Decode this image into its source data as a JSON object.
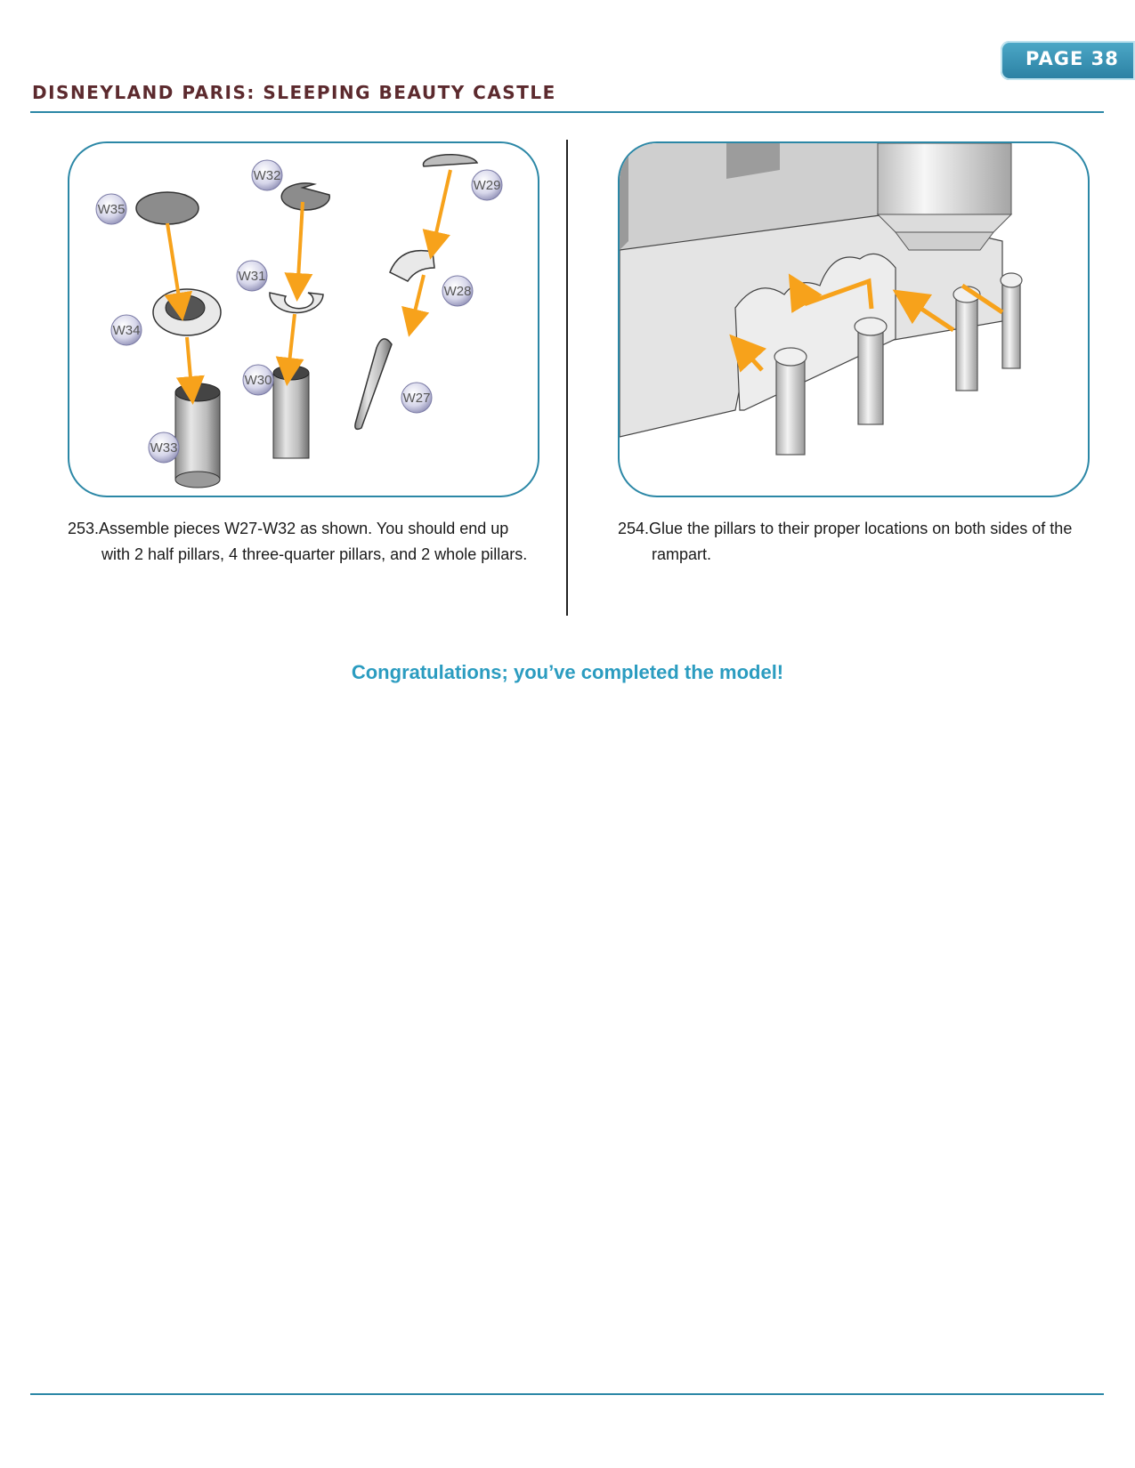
{
  "header": {
    "title": "DISNEYLAND PARIS: SLEEPING BEAUTY CASTLE",
    "page_label": "PAGE 38"
  },
  "left_figure": {
    "labels": [
      "W35",
      "W32",
      "W29",
      "W31",
      "W28",
      "W34",
      "W30",
      "W27",
      "W33"
    ],
    "arrow_color": "#f7a21b"
  },
  "right_figure": {
    "arrow_color": "#f7a21b"
  },
  "steps": [
    {
      "number": "253.",
      "text": "Assemble pieces W27-W32 as shown. You should end up with 2 half pillars, 4 three-quarter pillars, and 2 whole pillars."
    },
    {
      "number": "254.",
      "text": "Glue the pillars to their proper locations on both sides of the rampart."
    }
  ],
  "footer_message": "Congratulations; you’ve completed the model!",
  "colors": {
    "accent": "#2b87a6",
    "title": "#5c2a2e",
    "congrats": "#2b9cc0"
  }
}
